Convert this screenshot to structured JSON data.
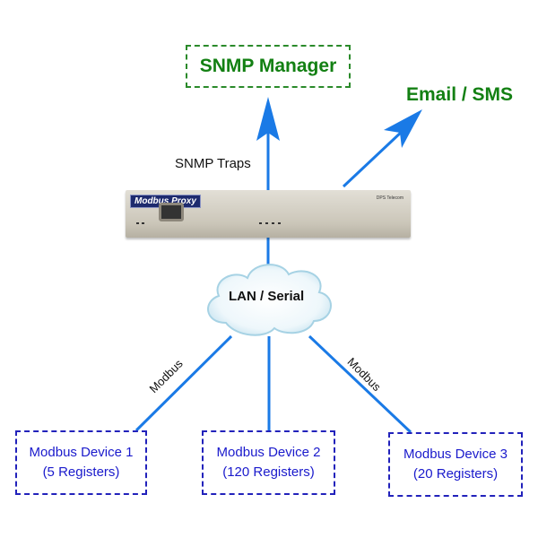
{
  "nodes": {
    "snmp_manager": {
      "label": "SNMP Manager",
      "color": "#138013"
    },
    "email_sms": {
      "label": "Email / SMS",
      "color": "#138013"
    },
    "modbus_proxy": {
      "brand_label": "Modbus Proxy",
      "maker_label": "DPS Telecom"
    },
    "network": {
      "label": "LAN / Serial"
    },
    "devices": [
      {
        "name": "Modbus Device 1",
        "registers": "(5 Registers)"
      },
      {
        "name": "Modbus Device 2",
        "registers": "(120 Registers)"
      },
      {
        "name": "Modbus Device 3",
        "registers": "(20 Registers)"
      }
    ]
  },
  "edges": {
    "snmp_traps_label": "SNMP Traps",
    "modbus_left_label": "Modbus",
    "modbus_right_label": "Modbus"
  },
  "colors": {
    "arrow": "#1a7ae6",
    "device_border": "#2222bb",
    "device_text": "#1a1acc"
  }
}
